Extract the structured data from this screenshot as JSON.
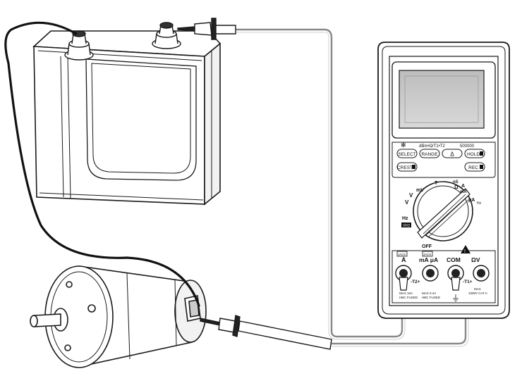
{
  "meter": {
    "brand_line": "dBm•Ω/T1•T2",
    "counts": "500000",
    "buttons": {
      "select": "SELECT",
      "range": "RANGE",
      "delta": "Δ",
      "hold": "HOLD",
      "crest": "CREST",
      "rec": "REC"
    },
    "dial": {
      "off": "OFF",
      "hz": "Hz",
      "vfd": "VFD",
      "v_ac": "V",
      "v_dc": "V",
      "mv": "mV",
      "t_label": "T",
      "ns": "nS",
      "ohm": "Ω",
      "a": "A",
      "ma": "mA",
      "ua": "μA",
      "hz_small": "Hz"
    },
    "jacks": {
      "a_label": "A",
      "ma_ua_label": "mA μA",
      "com_label": "COM",
      "ohm_v_label": "ΩV",
      "a_fuse": "MAX 10A",
      "a_fuse2": "HBC FUSED",
      "ma_fuse": "MAX 0.4A",
      "ma_fuse2": "HBC FUSED",
      "v_max": "MAX",
      "v_max2": "1000V CAT II",
      "t2_label": "-T2+",
      "t1_label": "-T1+",
      "jack_tag": "JACK"
    }
  },
  "colors": {
    "outline": "#1a1a1a",
    "black_wire": "#111111",
    "gray_wire": "#888888",
    "screen": "#cfcfcf"
  }
}
